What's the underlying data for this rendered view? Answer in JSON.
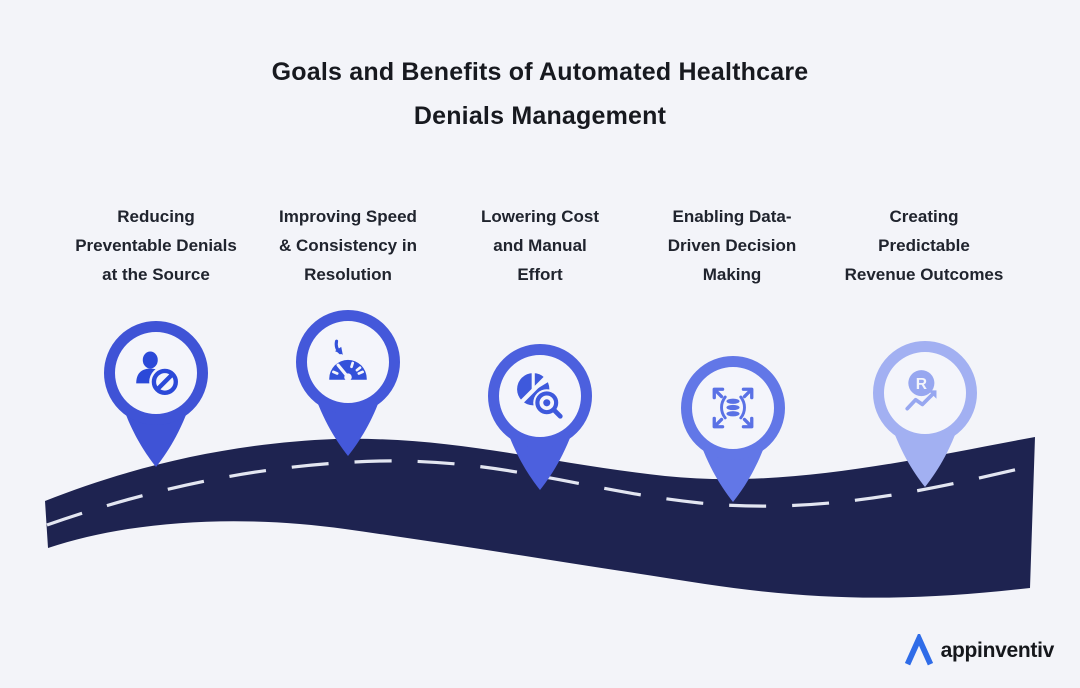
{
  "title": {
    "lines": [
      "Goals and Benefits of Automated Healthcare",
      "Denials Management"
    ]
  },
  "columns": [
    {
      "label": [
        "Reducing",
        "Preventable Denials",
        "at the Source"
      ],
      "icon": "user-denied-icon",
      "pin_color": "#3f53d6",
      "icon_color": "#2b49d8"
    },
    {
      "label": [
        "Improving Speed",
        "& Consistency in",
        "Resolution"
      ],
      "icon": "speedometer-arrow-icon",
      "pin_color": "#4458da",
      "icon_color": "#3351da"
    },
    {
      "label": [
        "Lowering Cost",
        "and Manual",
        "Effort"
      ],
      "icon": "pie-chart-magnifier-icon",
      "pin_color": "#4c60de",
      "icon_color": "#3e59dc"
    },
    {
      "label": [
        "Enabling Data-",
        "Driven Decision",
        "Making"
      ],
      "icon": "expand-arrows-data-icon",
      "pin_color": "#6277e7",
      "icon_color": "#5a71e5"
    },
    {
      "label": [
        "Creating",
        "Predictable",
        "Revenue Outcomes"
      ],
      "icon": "rupee-growth-icon",
      "pin_color": "#a2b0f2",
      "icon_color": "#97a7f0",
      "coin_letter": "R"
    }
  ],
  "colors": {
    "background": "#f3f4f9",
    "road": "#1e2350",
    "road_dash": "#eef1fa",
    "pin_inner": "#f4f5fb",
    "title_text": "#17191f",
    "label_text": "#20242e",
    "logo_text": "#15171c",
    "logo_mark": "#2f6ce8"
  },
  "logo": {
    "text": "appinventiv"
  }
}
